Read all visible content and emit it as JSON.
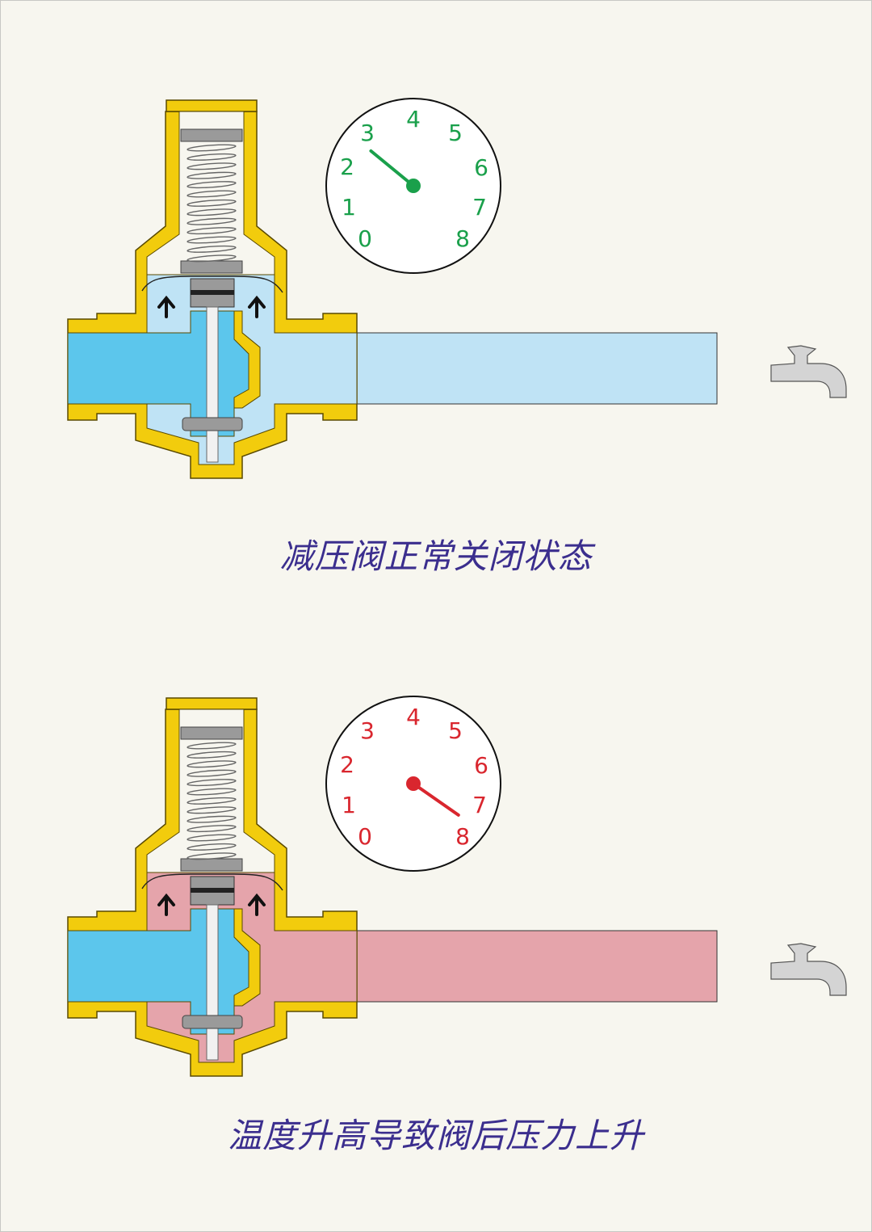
{
  "diagrams": [
    {
      "caption": "减压阀正常关闭状态",
      "gauge": {
        "numbers": [
          "0",
          "1",
          "2",
          "3",
          "4",
          "5",
          "6",
          "7",
          "8"
        ],
        "needle_value": 2.5,
        "color": "#1aa04b"
      },
      "downstream_color": "#bfe3f5"
    },
    {
      "caption": "温度升高导致阀后压力上升",
      "gauge": {
        "numbers": [
          "0",
          "1",
          "2",
          "3",
          "4",
          "5",
          "6",
          "7",
          "8"
        ],
        "needle_value": 7.7,
        "color": "#d9262e"
      },
      "downstream_color": "#e5a4ab"
    }
  ],
  "colors": {
    "brass": "#f2cc0d",
    "brass_outline": "#5a4a00",
    "inlet_water": "#5cc6ec",
    "spring_part": "#9a9a9a",
    "faucet": "#d4d4d4"
  },
  "icons": [
    "spring-icon",
    "arrow-up-icon",
    "faucet-icon",
    "gauge-icon"
  ]
}
